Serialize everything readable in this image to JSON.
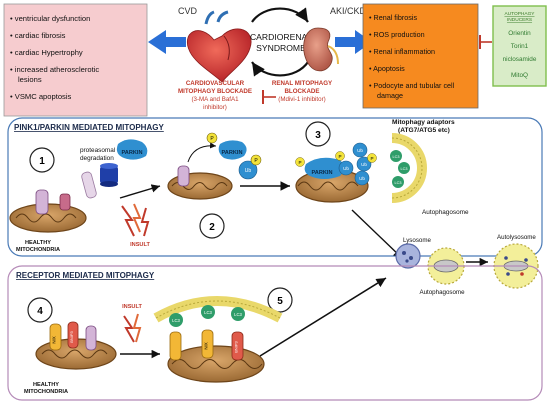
{
  "top": {
    "cvd_label": "CVD",
    "akickd_label": "AKI/CKD",
    "center_title_line1": "CARDIORENAL",
    "center_title_line2": "SYNDROME",
    "cvd_effects": [
      "ventricular dysfunction",
      "cardiac fibrosis",
      "cardiac Hypertrophy",
      "increased atherosclerotic",
      "lesions",
      "VSMC apoptosis"
    ],
    "renal_effects": [
      "Renal fibrosis",
      "ROS production",
      "Renal inflammation",
      "Apoptosis",
      "Podocyte and tubular cell",
      "damage"
    ],
    "cardio_blockade": [
      "CARDIOVASCULAR",
      "MITOPHAGY BLOCKADE",
      "(3-MA and BafA1",
      "inhibitor)"
    ],
    "renal_blockade": [
      "RENAL MITOPHAGY",
      "BLOCKADE",
      "(Mdivi-1 inhibitor)"
    ],
    "inducers_title": [
      "AUTOPHAGY",
      "INDUCERS"
    ],
    "inducers": [
      "Orientin",
      "Torin1",
      "niclosamide",
      "MitoQ"
    ]
  },
  "pink1": {
    "title": "PINK1/PARKIN MEDIATED MITOPHAGY",
    "proteasomal": [
      "proteasomal",
      "degradation"
    ],
    "parkin": "PARKIN",
    "p": "P",
    "ub": "Ub",
    "insult": "INSULT",
    "healthy": [
      "HEALTHY",
      "MITOCHONDRIA"
    ],
    "adaptors": [
      "Mitophagy adaptors",
      "(ATG7/ATG5 etc)"
    ],
    "lc3": "LC3",
    "autophagosome": "Autophagosome",
    "steps": [
      "1",
      "2",
      "3"
    ]
  },
  "lyso": {
    "lysosome": "Lysosome",
    "autolysosome": "Autolysosome",
    "autophagosome": "Autophagosome"
  },
  "receptor": {
    "title": "RECEPTOR MEDIATED MITOPHAGY",
    "insult": "INSULT",
    "healthy": [
      "HEALTHY",
      "MITOCHONDRIA"
    ],
    "lc3": "LC3",
    "nix": "NIX",
    "bnip3": "BNIP3",
    "fundc1": "FUNDC1",
    "steps": [
      "4",
      "5"
    ]
  },
  "colors": {
    "cvd_box": "#f6cccf",
    "renal_box": "#f68a1f",
    "inducer_box": "#d9ecc8",
    "inducer_border": "#7fbf4d",
    "blockade": "#c0392b",
    "arrow_blue": "#2a6fd6",
    "mito": "#b07a3a",
    "parkin": "#2f8fd0",
    "lc3": "#2f9d6a"
  }
}
